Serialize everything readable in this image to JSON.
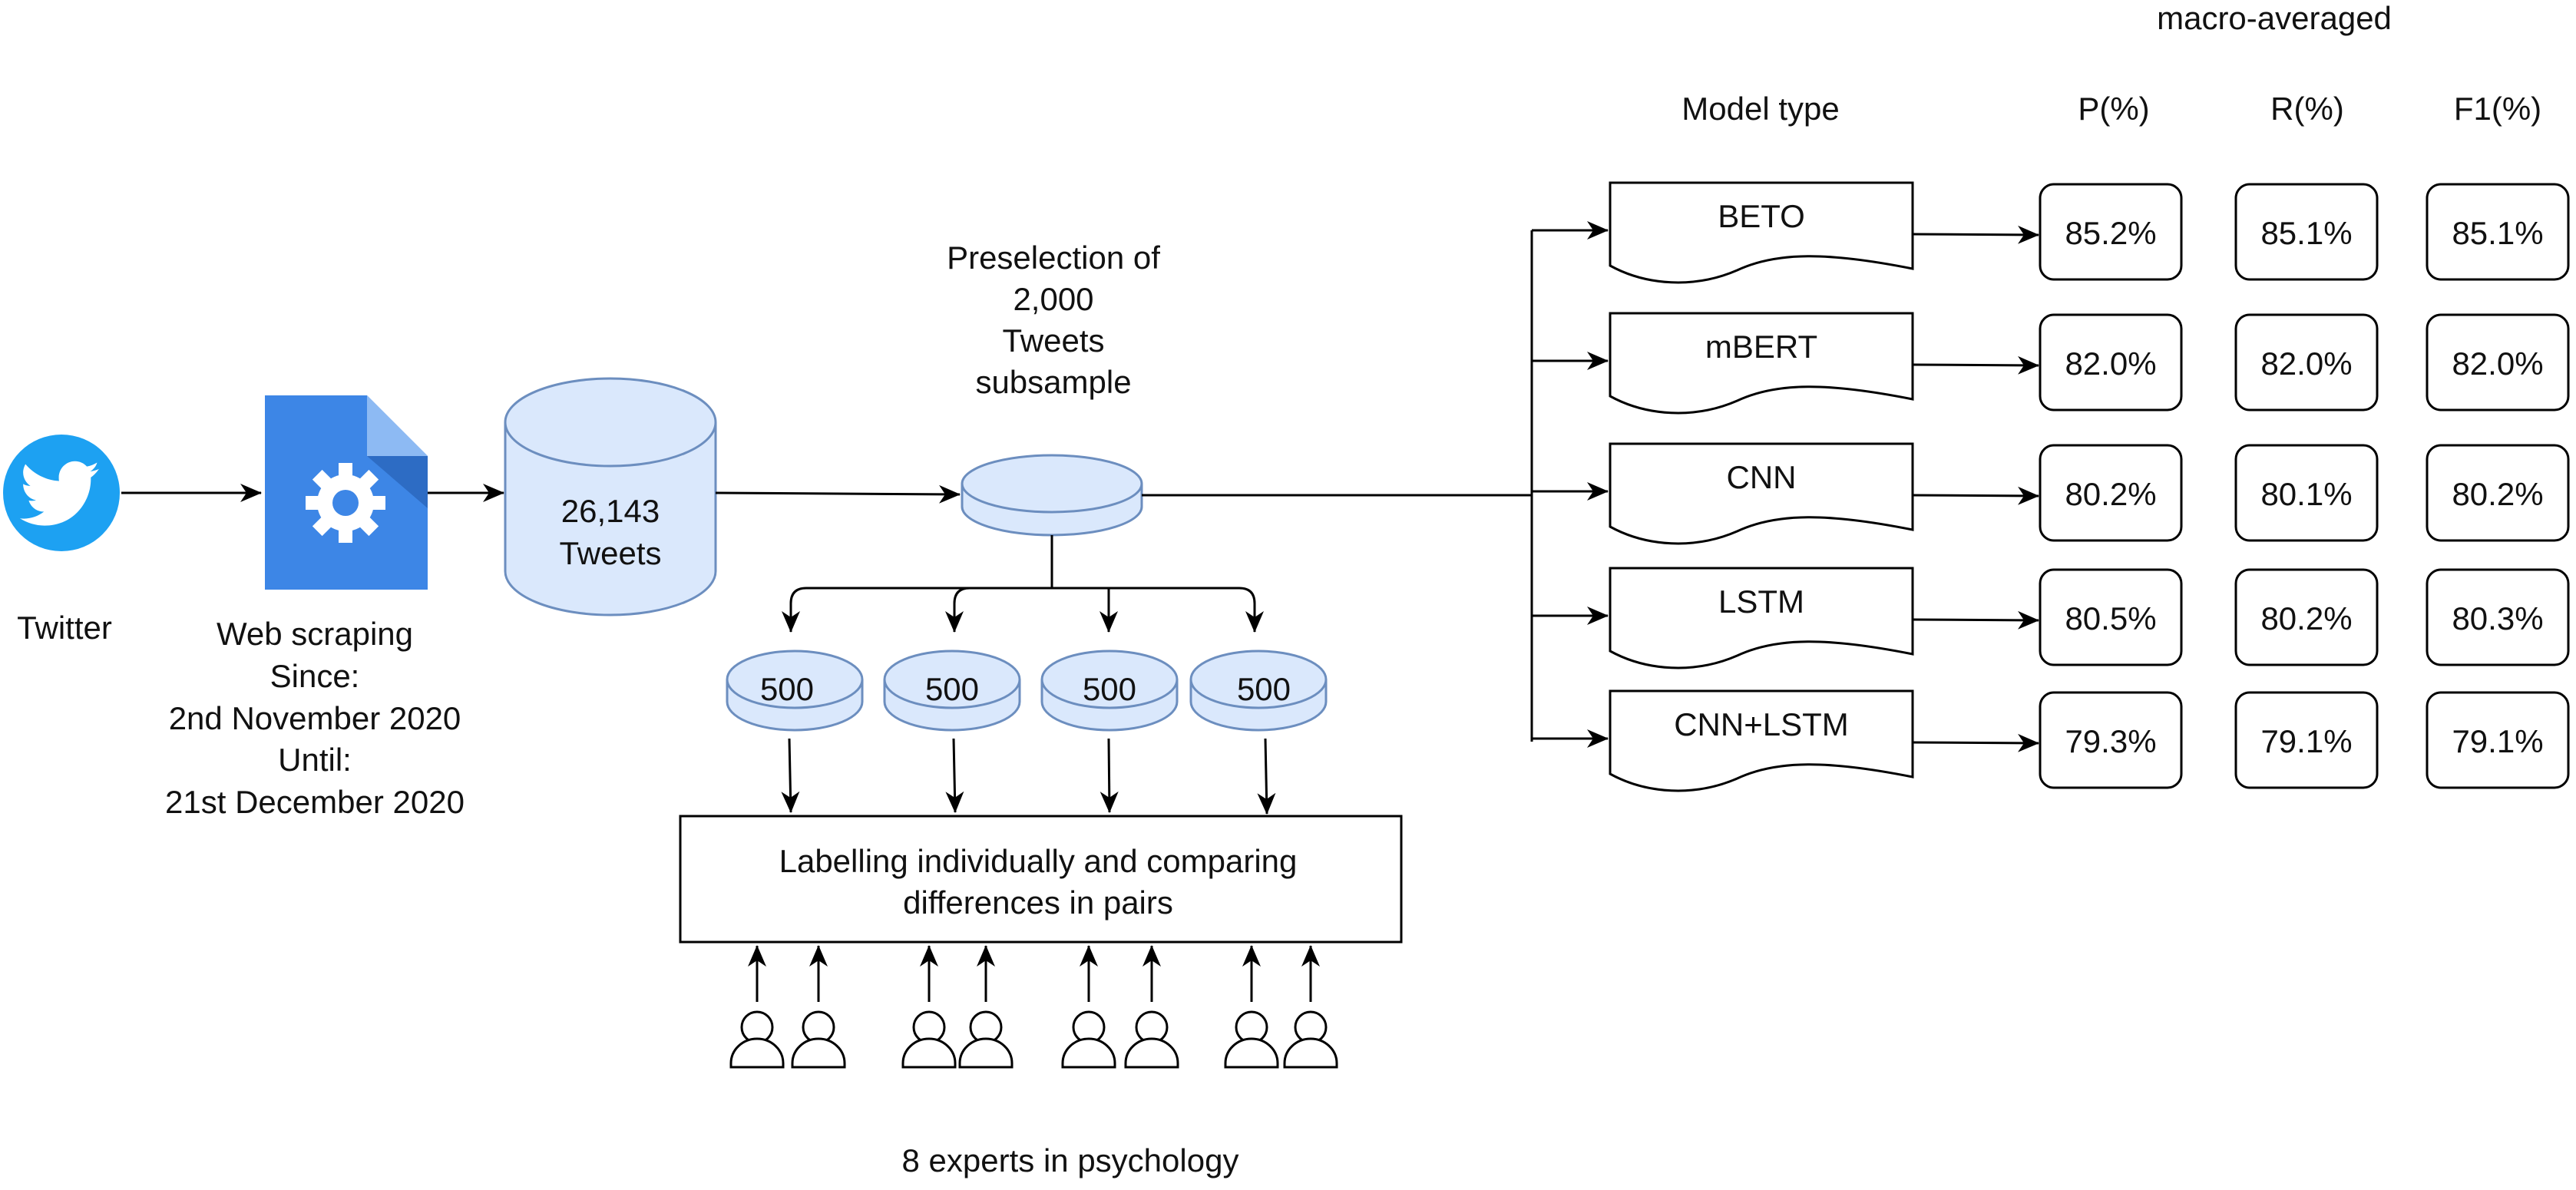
{
  "source": {
    "label": "Twitter",
    "icon": "twitter-bird-icon",
    "color": "#1DA1F2"
  },
  "scraping": {
    "icon": "gear-document-icon",
    "color": "#3D86E6",
    "lines": [
      "Web scraping",
      "Since:",
      "2nd November 2020",
      "Until:",
      "21st December 2020"
    ]
  },
  "corpus": {
    "lines": [
      "26,143",
      "Tweets"
    ],
    "fill": "#DAE8FC",
    "stroke": "#6C8EBF"
  },
  "preselection": {
    "lines": [
      "Preselection of",
      "2,000",
      "Tweets",
      "subsample"
    ]
  },
  "subsets": {
    "items": [
      "500",
      "500",
      "500",
      "500"
    ]
  },
  "labelling": {
    "lines": [
      "Labelling individually and comparing",
      "differences in pairs"
    ]
  },
  "experts": {
    "count": 8,
    "icon": "person-icon",
    "label": "8 experts in psychology"
  },
  "header": {
    "macro": "macro-averaged",
    "model_type": "Model type",
    "columns": [
      "P(%)",
      "R(%)",
      "F1(%)"
    ]
  },
  "models": [
    {
      "name": "BETO",
      "p": "85.2%",
      "r": "85.1%",
      "f1": "85.1%"
    },
    {
      "name": "mBERT",
      "p": "82.0%",
      "r": "82.0%",
      "f1": "82.0%"
    },
    {
      "name": "CNN",
      "p": "80.2%",
      "r": "80.1%",
      "f1": "80.2%"
    },
    {
      "name": "LSTM",
      "p": "80.5%",
      "r": "80.2%",
      "f1": "80.3%"
    },
    {
      "name": "CNN+LSTM",
      "p": "79.3%",
      "r": "79.1%",
      "f1": "79.1%"
    }
  ]
}
